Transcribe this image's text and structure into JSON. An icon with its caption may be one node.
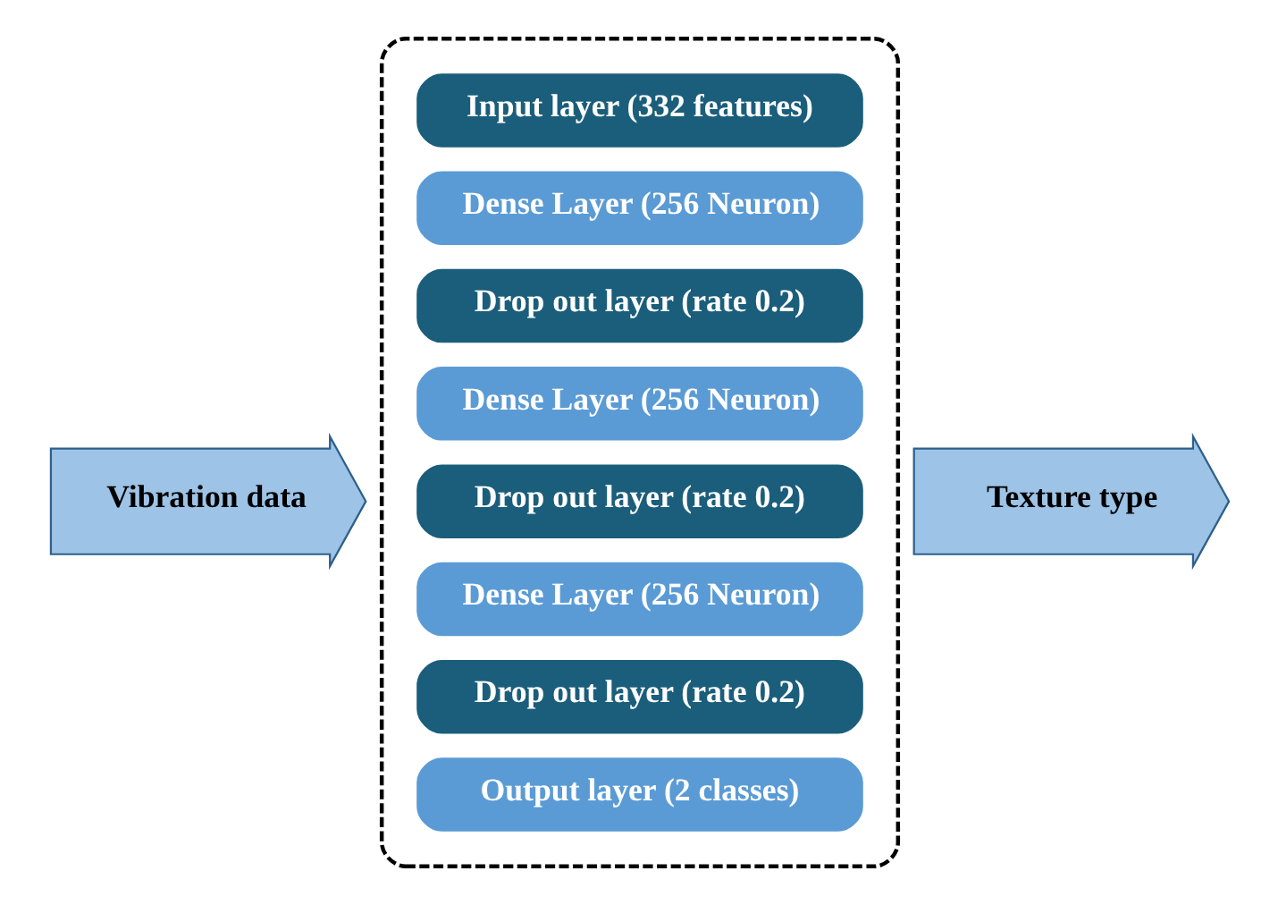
{
  "diagram": {
    "nodes": [
      {
        "text": [
          "Vibration data"
        ]
      },
      {
        "text": [],
        "shape": "box"
      },
      {
        "text": [
          "Input layer (332 features)"
        ],
        "in": 1
      },
      {
        "text": [
          "Dense Layer (256 Neuron)"
        ],
        "in": 1
      },
      {
        "text": [
          "Drop out layer (rate 0.2)"
        ],
        "in": 1
      },
      {
        "text": [
          "Dense Layer (256 Neuron)"
        ],
        "in": 1
      },
      {
        "text": [
          "Drop out layer (rate 0.2)"
        ],
        "in": 1
      },
      {
        "text": [
          "Dense Layer (256 Neuron)"
        ],
        "in": 1
      },
      {
        "text": [
          "Drop out layer (rate 0.2)"
        ],
        "in": 1
      },
      {
        "text": [
          "Output layer (2 classes)"
        ],
        "in": 1
      },
      {
        "text": [
          "Texture type"
        ]
      }
    ]
  }
}
